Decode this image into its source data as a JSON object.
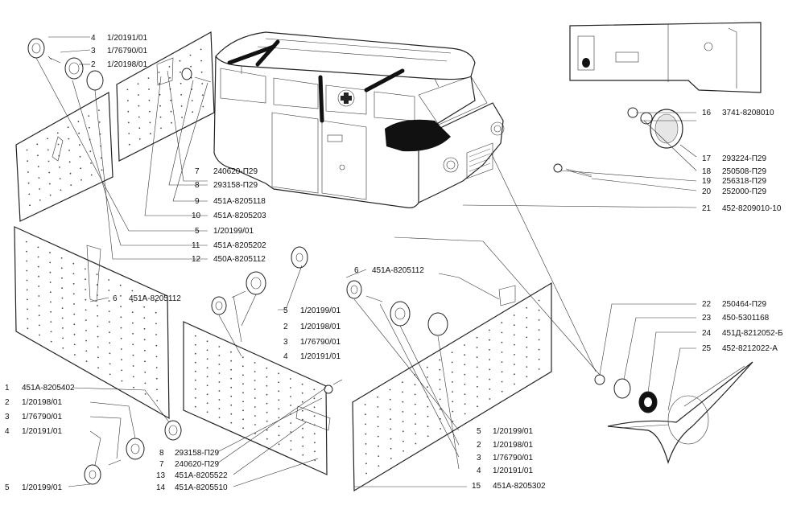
{
  "labels": {
    "l01": {
      "num": "4",
      "code": "1/20191/01"
    },
    "l02": {
      "num": "3",
      "code": "1/76790/01"
    },
    "l03": {
      "num": "2",
      "code": "1/20198/01"
    },
    "l04": {
      "num": "7",
      "code": "240620-П29"
    },
    "l05": {
      "num": "8",
      "code": "293158-П29"
    },
    "l06": {
      "num": "9",
      "code": "451А-8205118"
    },
    "l07": {
      "num": "10",
      "code": "451А-8205203"
    },
    "l08": {
      "num": "5",
      "code": "1/20199/01"
    },
    "l09": {
      "num": "11",
      "code": "451А-8205202"
    },
    "l10": {
      "num": "12",
      "code": "450А-8205112"
    },
    "l11": {
      "num": "6",
      "code": "451А-8205112"
    },
    "l12": {
      "num": "6",
      "code": "451А-8205112"
    },
    "l13": {
      "num": "5",
      "code": "1/20199/01"
    },
    "l14": {
      "num": "2",
      "code": "1/20198/01"
    },
    "l15": {
      "num": "3",
      "code": "1/76790/01"
    },
    "l16": {
      "num": "4",
      "code": "1/20191/01"
    },
    "l17": {
      "num": "1",
      "code": "451А-8205402"
    },
    "l18": {
      "num": "2",
      "code": "1/20198/01"
    },
    "l19": {
      "num": "3",
      "code": "1/76790/01"
    },
    "l20": {
      "num": "4",
      "code": "1/20191/01"
    },
    "l21": {
      "num": "5",
      "code": "1/20199/01"
    },
    "l22": {
      "num": "8",
      "code": "293158-П29"
    },
    "l23": {
      "num": "7",
      "code": "240620-П29"
    },
    "l24": {
      "num": "13",
      "code": "451А-8205522"
    },
    "l25": {
      "num": "14",
      "code": "451А-8205510"
    },
    "l26": {
      "num": "5",
      "code": "1/20199/01"
    },
    "l27": {
      "num": "2",
      "code": "1/20198/01"
    },
    "l28": {
      "num": "3",
      "code": "1/76790/01"
    },
    "l29": {
      "num": "4",
      "code": "1/20191/01"
    },
    "l30": {
      "num": "15",
      "code": "451А-8205302"
    },
    "l31": {
      "num": "16",
      "code": "3741-8208010"
    },
    "l32": {
      "num": "17",
      "code": "293224-П29"
    },
    "l33": {
      "num": "18",
      "code": "250508-П29"
    },
    "l34": {
      "num": "19",
      "code": "256318-П29"
    },
    "l35": {
      "num": "20",
      "code": "252000-П29"
    },
    "l36": {
      "num": "21",
      "code": "452-8209010-10"
    },
    "l37": {
      "num": "22",
      "code": "250464-П29"
    },
    "l38": {
      "num": "23",
      "code": "450-5301168"
    },
    "l39": {
      "num": "24",
      "code": "451Д-8212052-Б"
    },
    "l40": {
      "num": "25",
      "code": "452-8212022-А"
    }
  }
}
